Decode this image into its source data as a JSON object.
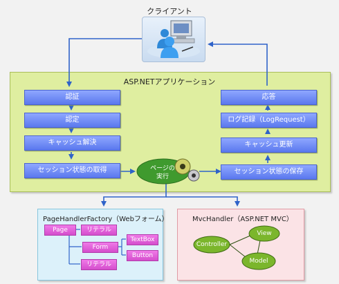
{
  "client": {
    "label": "クライアント"
  },
  "application": {
    "title": "ASP.NETアプリケーション",
    "request_steps": [
      "認証",
      "認定",
      "キャッシュ解決",
      "セッション状態の取得"
    ],
    "execute": {
      "line1": "ページの",
      "line2": "実行"
    },
    "response_steps": [
      "応答",
      "ログ記録（LogRequest）",
      "キャッシュ更新",
      "セッション状態の保存"
    ]
  },
  "page_handler_factory": {
    "title": "PageHandlerFactory（Webフォーム）",
    "controls": {
      "page": "Page",
      "literal_top": "リテラル",
      "form": "Form",
      "literal_bottom": "リテラル",
      "textbox": "TextBox",
      "button": "Button"
    }
  },
  "mvc_handler": {
    "title": "MvcHandler（ASP.NET MVC）",
    "nodes": {
      "controller": "Controller",
      "view": "View",
      "model": "Model"
    }
  },
  "colors": {
    "app_bg": "#dfeea0",
    "step_blue": "#6a86f5",
    "execute_green": "#3f9a2e",
    "arrow_blue": "#2f63c9",
    "factory_bg": "#dcf1fa",
    "mvc_bg": "#fbe3e6",
    "control_magenta": "#e064d8",
    "mvc_node_green": "#7bb62c"
  }
}
